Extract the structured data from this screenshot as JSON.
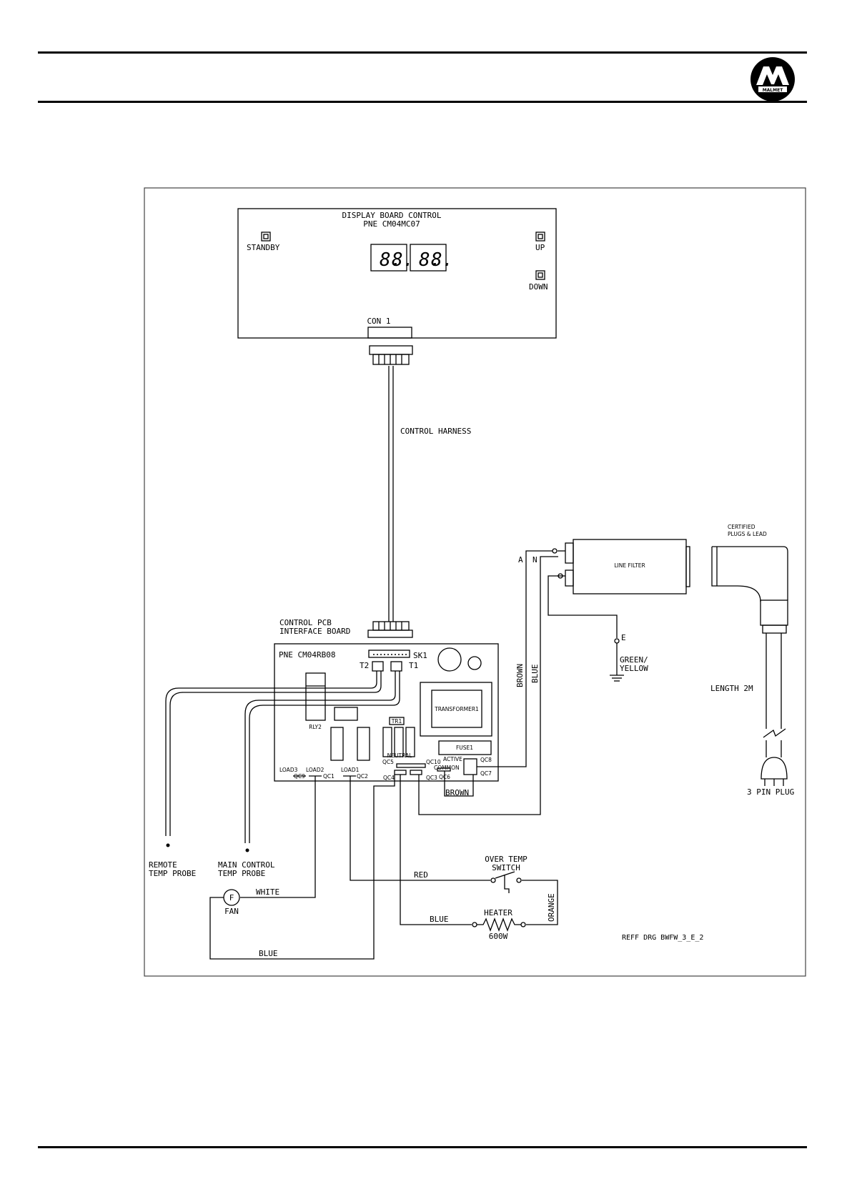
{
  "header": {
    "logo_text": "MALMET"
  },
  "display_board": {
    "title_line1": "DISPLAY BOARD CONTROL",
    "title_line2": "PNE CM04MC07",
    "standby": "STANDBY",
    "up": "UP",
    "down": "DOWN",
    "connector": "CON 1"
  },
  "harness_label": "CONTROL HARNESS",
  "interface_board": {
    "label_line1": "CONTROL PCB",
    "label_line2": "INTERFACE BOARD",
    "part": "PNE CM04RB08",
    "sk1": "SK1",
    "t1": "T1",
    "t2": "T2",
    "transformer": "TRANSFORMER1",
    "tr1": "TR1",
    "rly2": "RLY2",
    "neutral": "NEUTRAL",
    "fuse": "FUSE1",
    "active": "ACTIVE",
    "common": "COMMON",
    "qc5": "QC5",
    "qc10": "QC10",
    "qc8": "QC8",
    "qc7": "QC7",
    "qc6": "QC6",
    "qc4": "QC4",
    "qc3": "QC3",
    "qc2": "QC2",
    "qc1": "QC1",
    "qc9": "QC9",
    "load1": "LOAD1",
    "load2": "LOAD2",
    "load3": "LOAD3"
  },
  "line_filter": {
    "label": "LINE FILTER",
    "a": "A",
    "n": "N"
  },
  "earth": {
    "e": "E",
    "line1": "GREEN/",
    "line2": "YELLOW"
  },
  "plug": {
    "certified_line1": "CERTIFIED",
    "certified_line2": "PLUGS & LEAD",
    "length": "LENGTH 2M",
    "plug_label": "3 PIN PLUG"
  },
  "wires": {
    "brown_vertical": "BROWN",
    "blue_vertical": "BLUE",
    "brown_loop": "BROWN",
    "red": "RED",
    "white": "WHITE",
    "blue_heater": "BLUE",
    "blue_fan": "BLUE",
    "orange": "ORANGE"
  },
  "probes": {
    "remote_line1": "REMOTE",
    "remote_line2": "TEMP PROBE",
    "main_line1": "MAIN CONTROL",
    "main_line2": "TEMP PROBE"
  },
  "fan": {
    "symbol": "F",
    "label": "FAN"
  },
  "over_temp": {
    "line1": "OVER TEMP",
    "line2": "SWITCH"
  },
  "heater": {
    "label": "HEATER",
    "power": "600W"
  },
  "reference": "REFF DRG BWFW_3_E_2",
  "display_digits": [
    "8.",
    "8.",
    "8.",
    "8."
  ]
}
